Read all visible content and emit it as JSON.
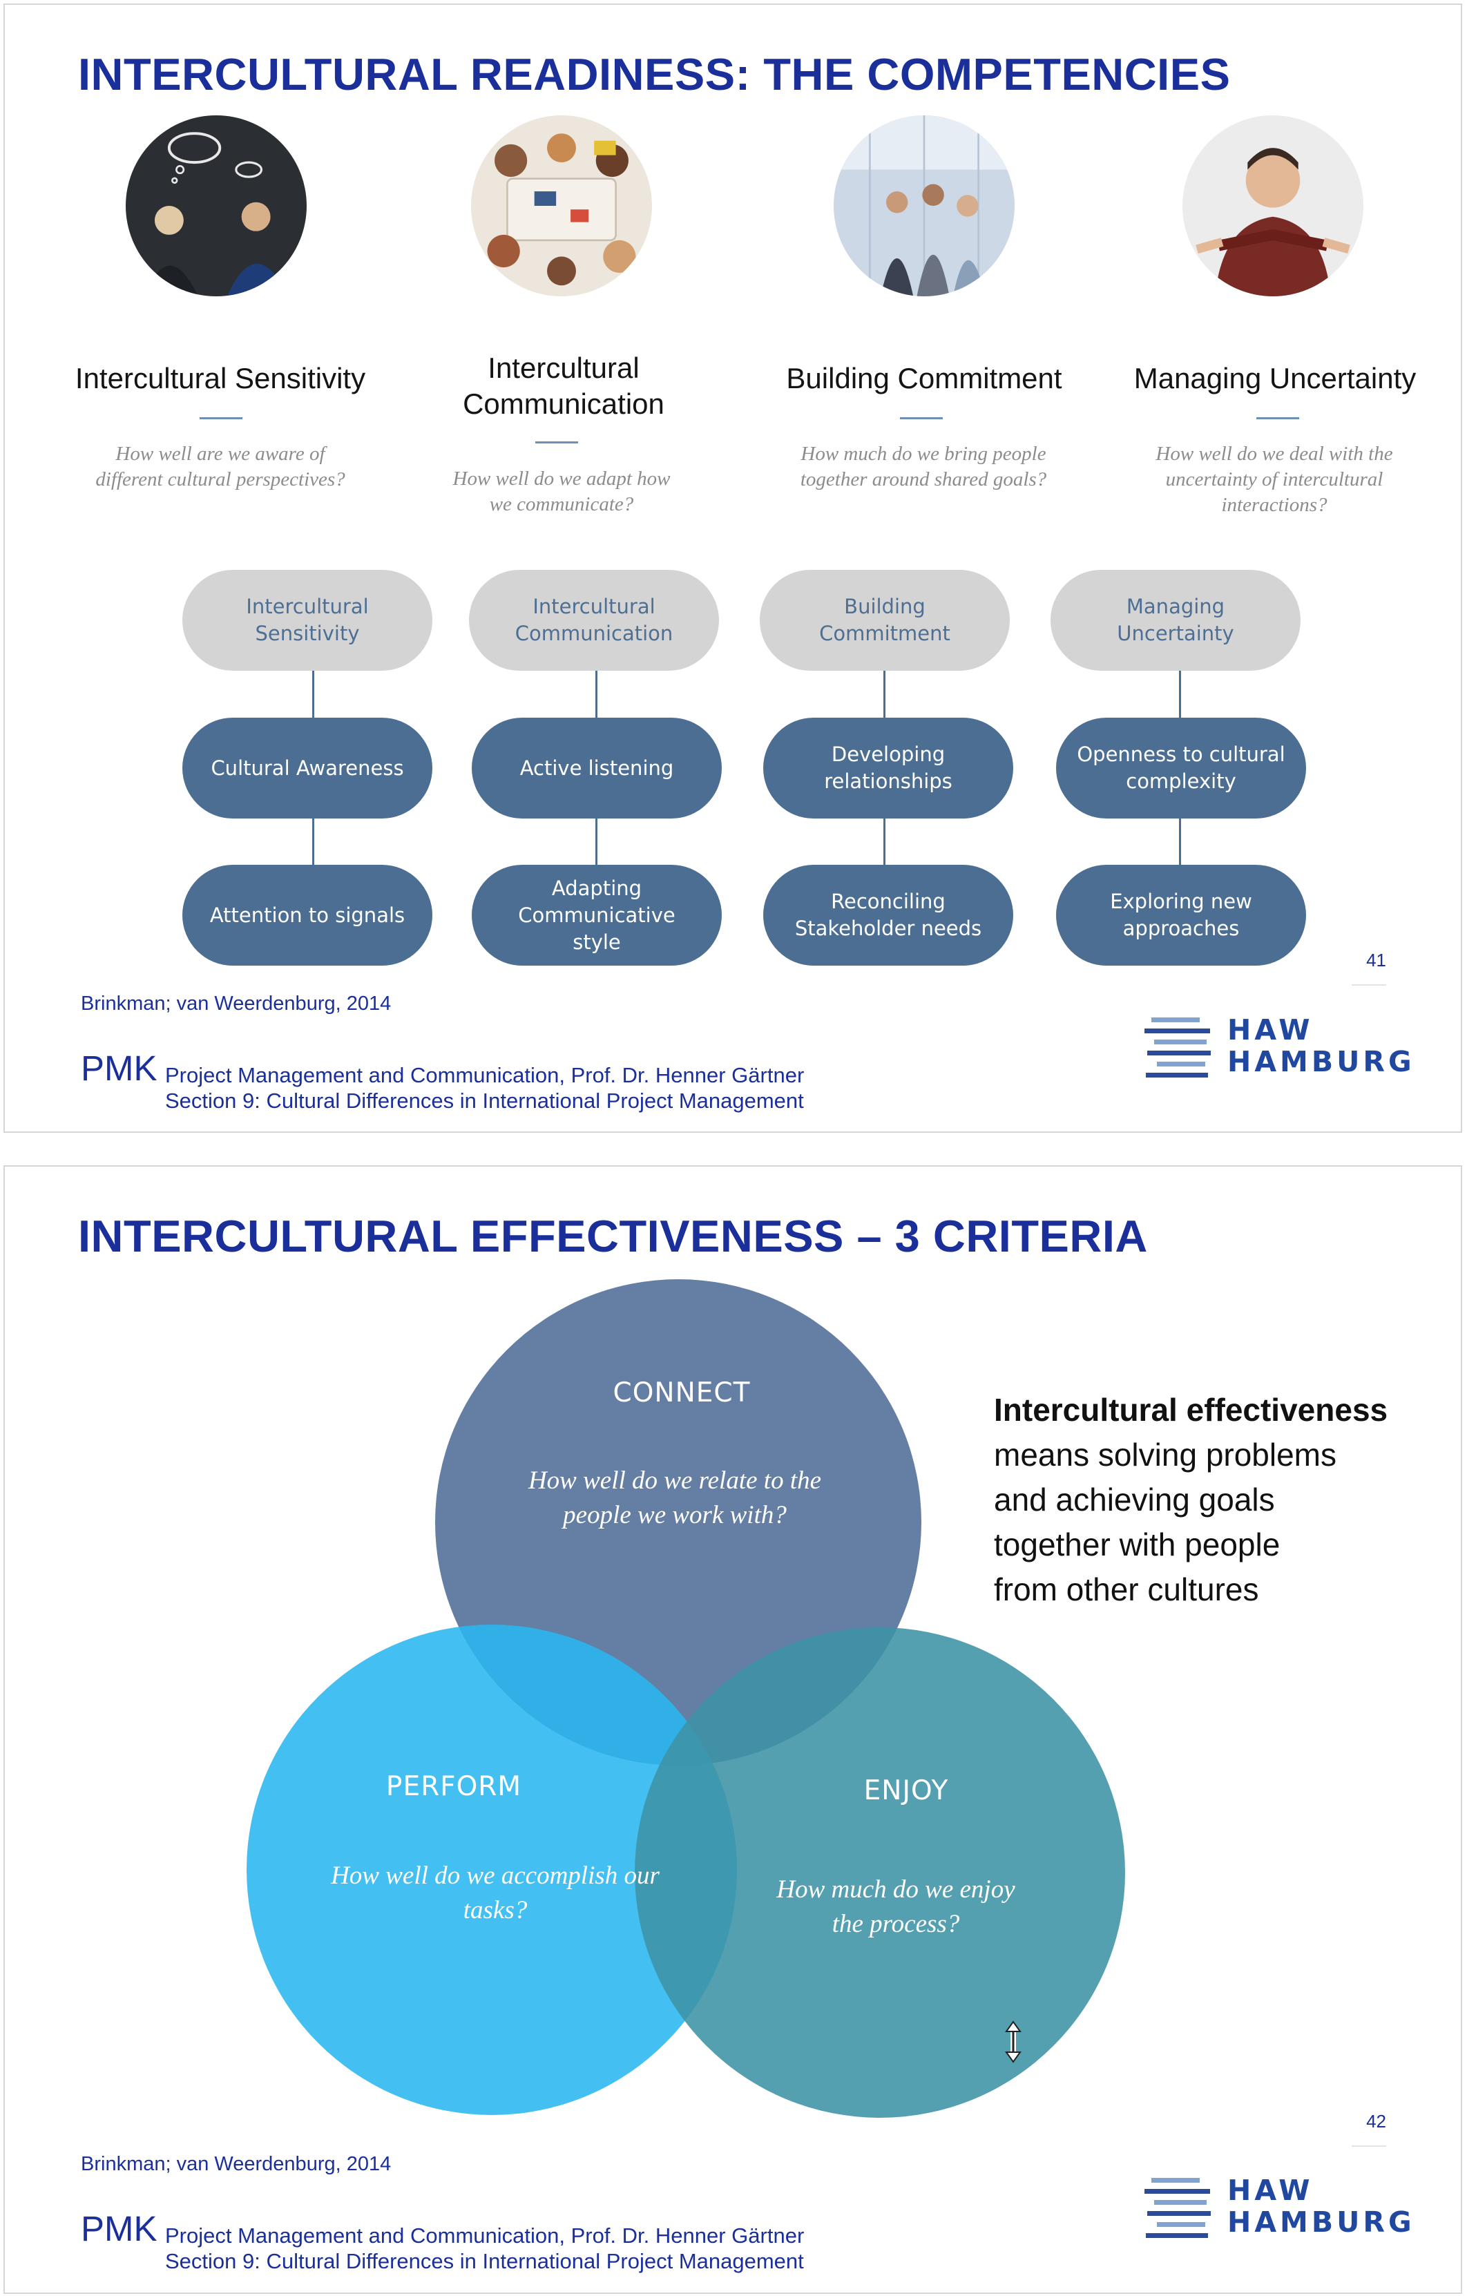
{
  "slide1": {
    "title": "INTERCULTURAL READINESS: THE COMPETENCIES",
    "competencies": [
      {
        "name": "Intercultural Sensitivity",
        "question": "How well are we aware of different cultural  perspectives?"
      },
      {
        "name": "Intercultural Communication",
        "question": "How well do we adapt how we communicate?"
      },
      {
        "name": "Building Commitment",
        "question": "How much do we bring people together around shared goals?"
      },
      {
        "name": "Managing Uncertainty",
        "question": "How well do we deal  with the uncertainty of intercultural interactions?"
      }
    ],
    "tree": [
      {
        "head": "Intercultural Sensitivity",
        "sub1": "Cultural Awareness",
        "sub2": "Attention to signals"
      },
      {
        "head": "Intercultural Communication",
        "sub1": "Active listening",
        "sub2": "Adapting Communicative style"
      },
      {
        "head": "Building Commitment",
        "sub1": "Developing relationships",
        "sub2": "Reconciling Stakeholder needs"
      },
      {
        "head": "Managing Uncertainty",
        "sub1": "Openness to cultural complexity",
        "sub2": "Exploring new approaches"
      }
    ],
    "page_number": "41",
    "source": "Brinkman; van Weerdenburg, 2014"
  },
  "slide2": {
    "title": "INTERCULTURAL EFFECTIVENESS – 3 CRITERIA",
    "venn": [
      {
        "title": "CONNECT",
        "question": "How well do we relate to the people we work with?",
        "color": "#4f6d96"
      },
      {
        "title": "PERFORM",
        "question": "How well do we accomplish our tasks?",
        "color": "#2ab6f0"
      },
      {
        "title": "ENJOY",
        "question": "How much do we enjoy the process?",
        "color": "#3e93a5"
      }
    ],
    "definition_bold": "Intercultural effectiveness",
    "definition_lines": [
      "means solving problems",
      "and achieving goals",
      "together with people",
      "from other cultures"
    ],
    "page_number": "42",
    "source": "Brinkman; van Weerdenburg, 2014",
    "cursor_icon": "resize-vertical-cursor-icon"
  },
  "footer": {
    "pmk": "PMK",
    "line1": "Project Management and Communication, Prof. Dr. Henner Gärtner",
    "line2": "Section 9: Cultural Differences in International Project Management",
    "logo_line1": "HAW",
    "logo_line2": "HAMBURG"
  },
  "colors": {
    "title_blue": "#1b2f9b",
    "pill_dark": "#4d6e93",
    "pill_light": "#d4d4d4"
  }
}
